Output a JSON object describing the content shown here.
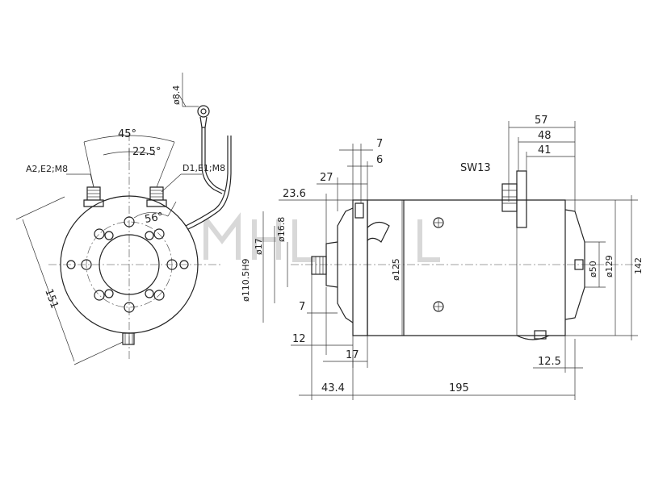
{
  "dimensions": {
    "d8_4": "ø8.4",
    "angle_45": "45°",
    "angle_22_5": "22.5°",
    "terminal_a2": "A2,E2;M8",
    "terminal_d1": "D1,E1;M8",
    "angle_56": "56°",
    "d151": "151",
    "d57": "57",
    "d48": "48",
    "d41": "41",
    "d7_top": "7",
    "d6": "6",
    "sw13": "SW13",
    "d27": "27",
    "d23_6": "23.6",
    "d17": "ø17",
    "d16_8": "ø16.8",
    "d110_5": "ø110.5H9",
    "d125": "ø125",
    "d50": "ø50",
    "d129": "ø129",
    "d142": "142",
    "d7_bot": "7",
    "d12": "12",
    "d17_bot": "17",
    "d12_5": "12.5",
    "d43_4": "43.4",
    "d195": "195"
  }
}
